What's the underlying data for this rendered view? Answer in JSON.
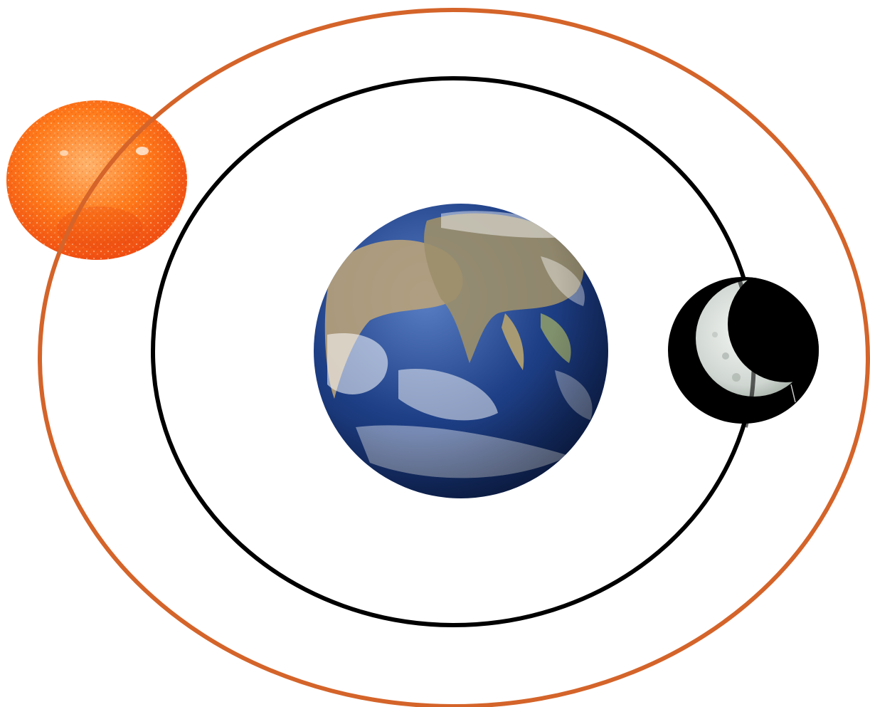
{
  "diagram": {
    "type": "geocentric-orbits",
    "labels": [],
    "bodies": [
      {
        "name": "earth",
        "role": "center"
      },
      {
        "name": "moon",
        "role": "inner-orbit"
      },
      {
        "name": "sun",
        "role": "outer-orbit"
      }
    ],
    "orbits": [
      {
        "name": "inner-orbit",
        "color": "#000000"
      },
      {
        "name": "outer-orbit",
        "color": "#d4642a"
      }
    ],
    "colors": {
      "background": "#ffffff",
      "sun_core": "#ff7a1a",
      "sun_edge": "#f04e12",
      "earth_ocean": "#1e3f86",
      "earth_land": "#b9a27a",
      "moon_sky": "#000000",
      "moon_lit": "#e6ebe8"
    }
  }
}
